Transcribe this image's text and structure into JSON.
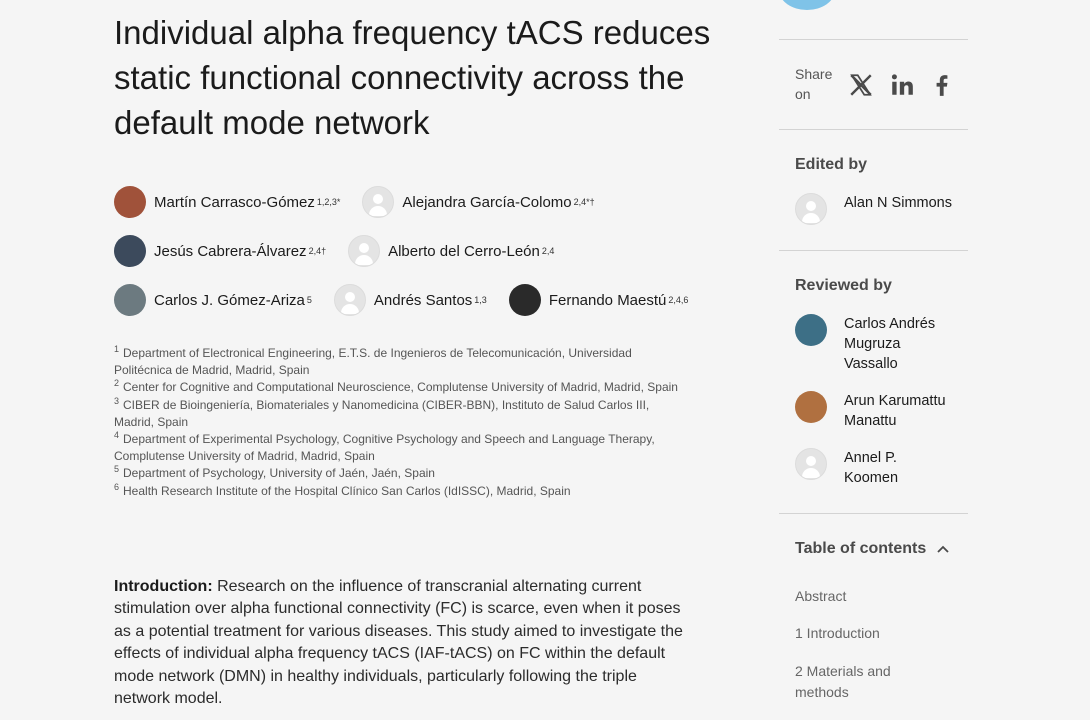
{
  "article": {
    "title": "Individual alpha frequency tACS reduces static functional connectivity across the default mode network"
  },
  "authors": [
    [
      {
        "name": "Martín Carrasco-Gómez",
        "sup": "1,2,3*",
        "avatar": "photo",
        "color": "#a0523a"
      },
      {
        "name": "Alejandra García-Colomo",
        "sup": "2,4*†",
        "avatar": "placeholder"
      }
    ],
    [
      {
        "name": "Jesús Cabrera-Álvarez",
        "sup": "2,4†",
        "avatar": "photo",
        "color": "#3c4a5c"
      },
      {
        "name": "Alberto del Cerro-León",
        "sup": "2,4",
        "avatar": "placeholder"
      }
    ],
    [
      {
        "name": "Carlos J. Gómez-Ariza",
        "sup": "5",
        "avatar": "photo",
        "color": "#6c7a80"
      },
      {
        "name": "Andrés Santos",
        "sup": "1,3",
        "avatar": "placeholder"
      },
      {
        "name": "Fernando Maestú",
        "sup": "2,4,6",
        "avatar": "photo",
        "color": "#2a2a2a"
      }
    ]
  ],
  "affiliations": [
    {
      "num": "1",
      "text": "Department of Electronical Engineering, E.T.S. de Ingenieros de Telecomunicación, Universidad Politécnica de Madrid, Madrid, Spain"
    },
    {
      "num": "2",
      "text": "Center for Cognitive and Computational Neuroscience, Complutense University of Madrid, Madrid, Spain"
    },
    {
      "num": "3",
      "text": "CIBER de Bioingeniería, Biomateriales y Nanomedicina (CIBER-BBN), Instituto de Salud Carlos III, Madrid, Spain"
    },
    {
      "num": "4",
      "text": "Department of Experimental Psychology, Cognitive Psychology and Speech and Language Therapy, Complutense University of Madrid, Madrid, Spain"
    },
    {
      "num": "5",
      "text": "Department of Psychology, University of Jaén, Jaén, Spain"
    },
    {
      "num": "6",
      "text": "Health Research Institute of the Hospital Clínico San Carlos (IdISSC), Madrid, Spain"
    }
  ],
  "abstract": {
    "label": "Introduction:",
    "text": " Research on the influence of transcranial alternating current stimulation over alpha functional connectivity (FC) is scarce, even when it poses as a potential treatment for various diseases. This study aimed to investigate the effects of individual alpha frequency tACS (IAF-tACS) on FC within the default mode network (DMN) in healthy individuals, particularly following the triple network model."
  },
  "sidebar": {
    "share_label": "Share on",
    "social_icons": [
      "x-icon",
      "linkedin-icon",
      "facebook-icon"
    ],
    "edited_by": {
      "heading": "Edited by",
      "people": [
        {
          "name": "Alan N Simmons",
          "avatar": "placeholder"
        }
      ]
    },
    "reviewed_by": {
      "heading": "Reviewed by",
      "people": [
        {
          "name": "Carlos Andrés Mugruza Vassallo",
          "avatar": "photo",
          "color": "#3d6f86"
        },
        {
          "name": "Arun Karumattu Manattu",
          "avatar": "photo",
          "color": "#b07040"
        },
        {
          "name": "Annel P. Koomen",
          "avatar": "placeholder"
        }
      ]
    },
    "toc": {
      "heading": "Table of contents",
      "items": [
        "Abstract",
        "1 Introduction",
        "2 Materials and methods"
      ]
    }
  },
  "colors": {
    "background": "#f5f5f5",
    "text": "#1b1b1b",
    "muted": "#555555",
    "accent_badge": "#7fc3e8"
  }
}
